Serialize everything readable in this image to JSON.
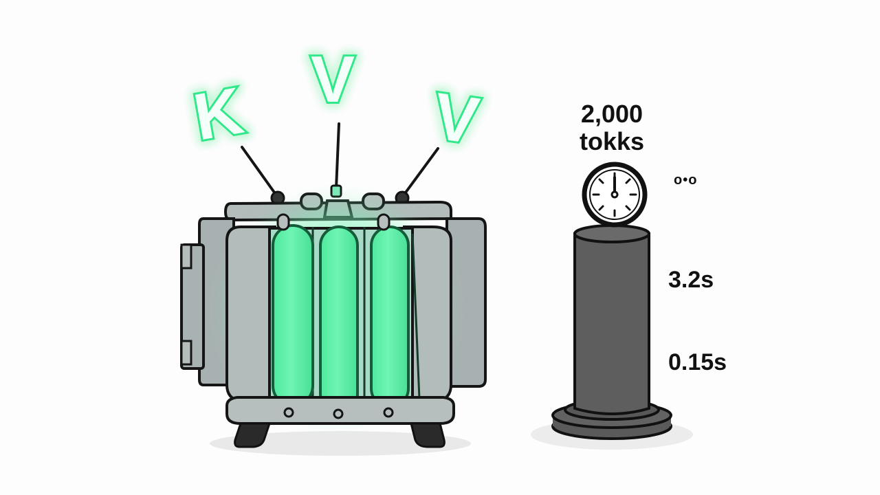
{
  "illustration": {
    "left_device": {
      "description": "transformer-like device with three glowing green cylinders",
      "glow_letters": [
        "K",
        "V",
        "V"
      ],
      "glow_color": "#2ee88a",
      "cylinder_color": "#5df0a8",
      "body_color": "#a9b3b2"
    },
    "right_timer": {
      "tokens_line1": "2,000",
      "tokens_line2": "tokks",
      "dots_text": "o•o",
      "time_slow": "3.2s",
      "time_fast": "0.15s",
      "pillar_color": "#5e5e5e",
      "icon": "stopwatch-icon"
    }
  }
}
